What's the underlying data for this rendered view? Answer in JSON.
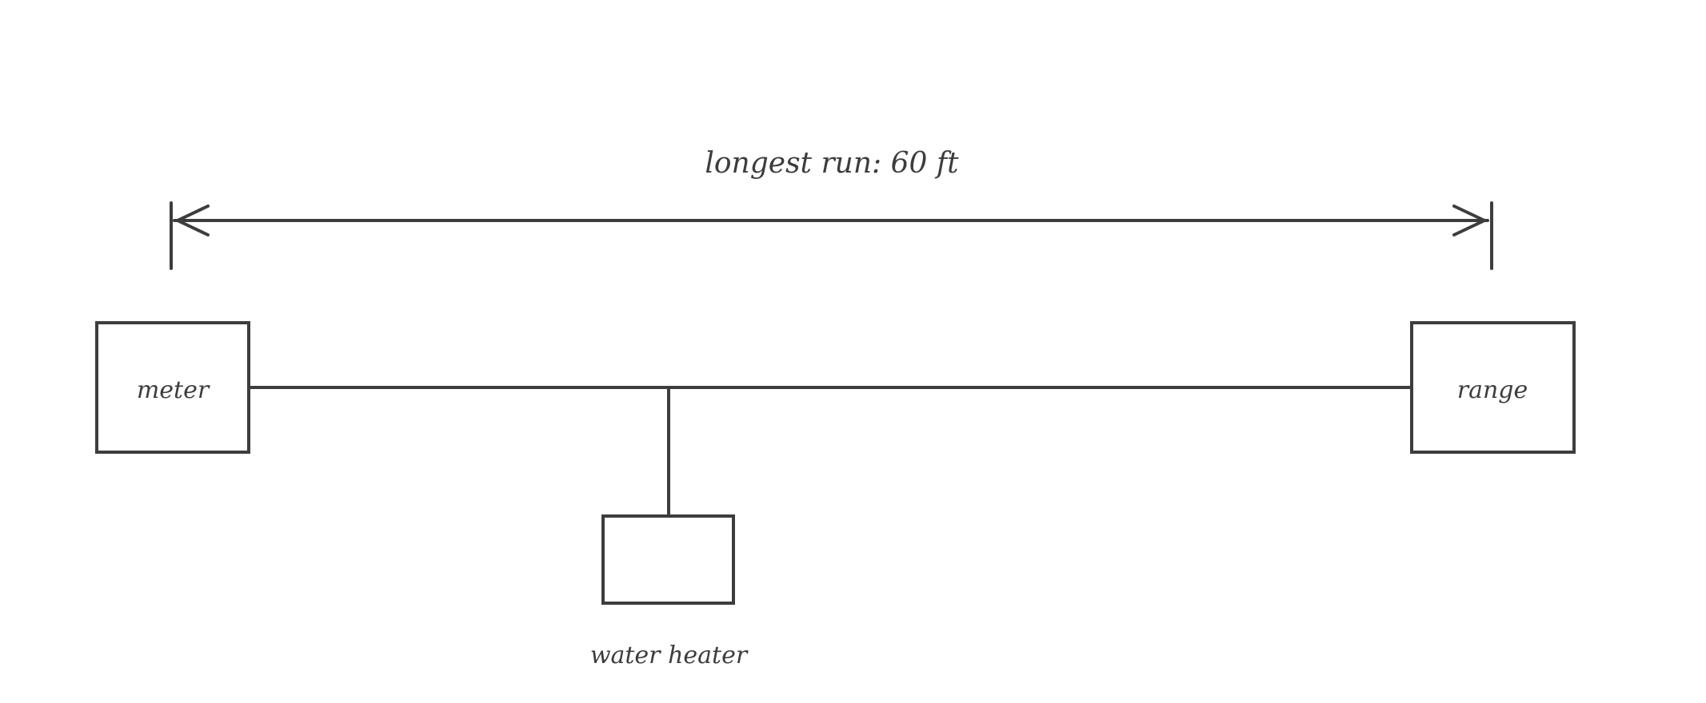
{
  "diagram": {
    "dimension_label": "longest run: 60 ft",
    "nodes": {
      "meter": {
        "label": "meter"
      },
      "range": {
        "label": "range"
      },
      "water_heater": {
        "label": "water heater"
      }
    },
    "colors": {
      "stroke": "#3d3d3d",
      "background": "#ffffff"
    }
  }
}
